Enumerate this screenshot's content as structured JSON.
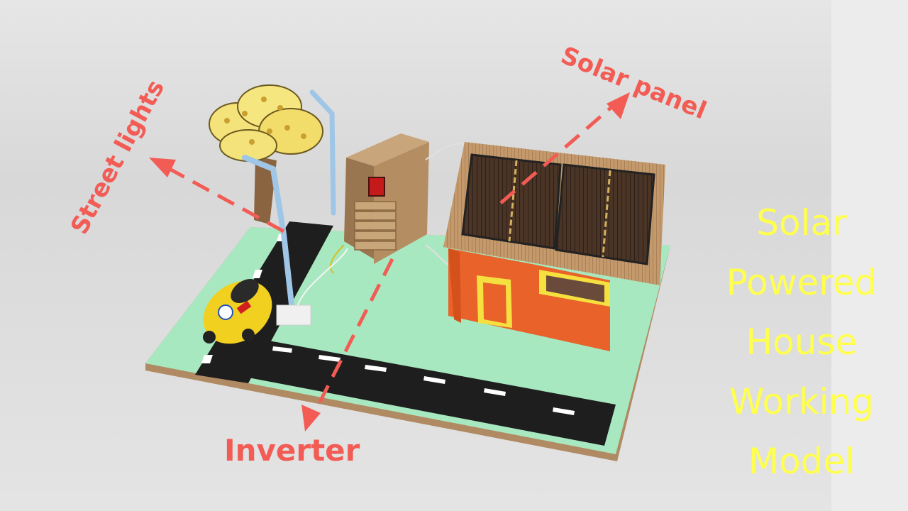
{
  "labels": {
    "street_lights": "Street lights",
    "solar_panel": "Solar panel",
    "inverter": "Inverter"
  },
  "title_lines": [
    "Solar",
    "Powered",
    "House",
    "Working",
    "Model"
  ],
  "colors": {
    "annotation": "#f25c54",
    "title": "#ffff4d",
    "wall": "#e8622a",
    "board": "#a8e8c0",
    "road": "#1e1e1e"
  }
}
